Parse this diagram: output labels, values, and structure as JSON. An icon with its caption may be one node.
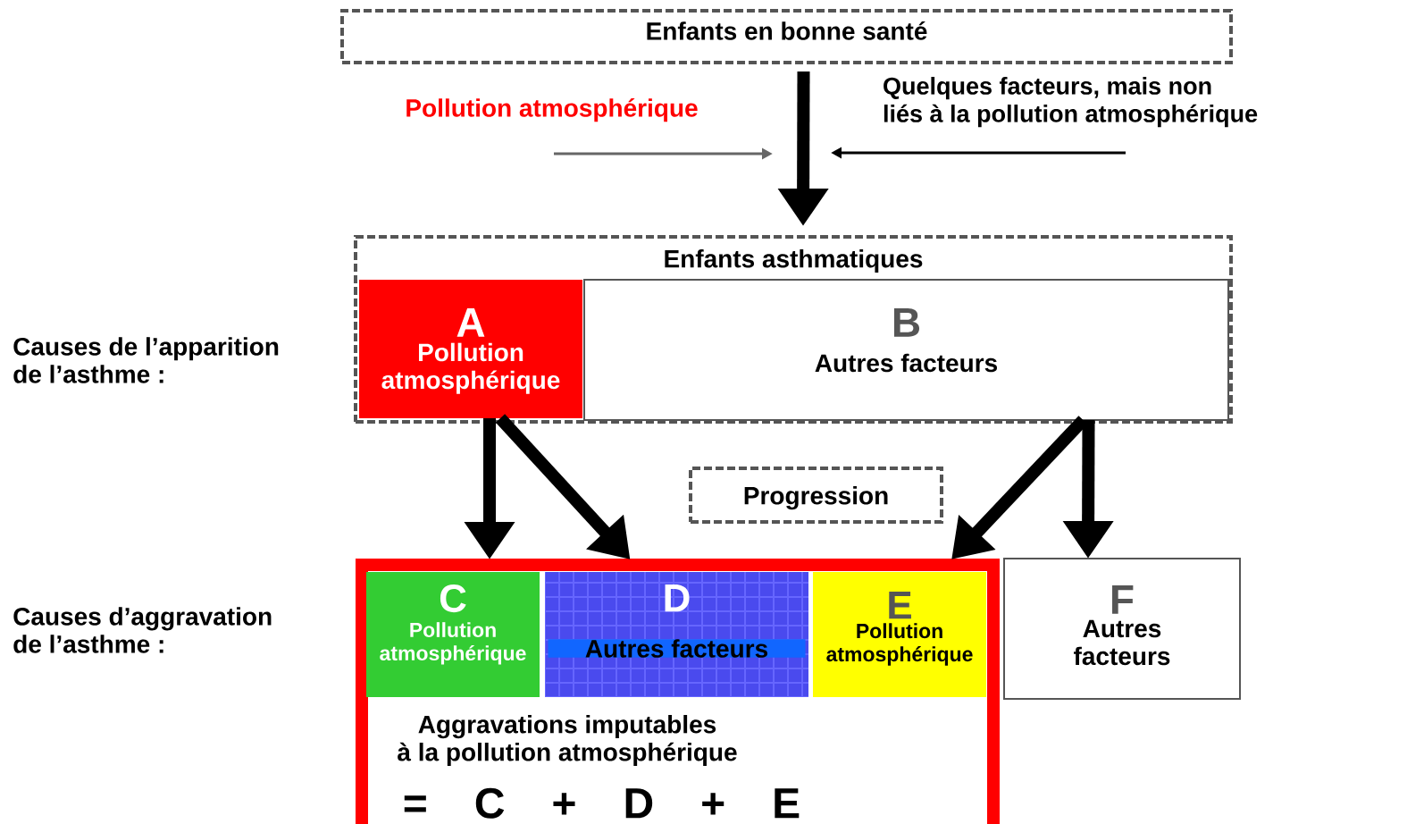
{
  "diagram": {
    "nodes": [
      {
        "text": [
          "Enfants en bonne santé"
        ]
      },
      {
        "text": [
          "Pollution atmosphérique"
        ]
      },
      {
        "text": [
          "Quelques facteurs, mais non liés à la pollution atmosphérique"
        ]
      },
      {
        "text": [
          "Enfants asthmatiques"
        ]
      },
      {
        "text": [
          "A",
          "Pollution atmosphérique"
        ],
        "in": 3
      },
      {
        "text": [
          "B",
          "Autres facteurs"
        ],
        "in": 3
      },
      {
        "text": [
          "Progression"
        ]
      },
      {
        "text": [
          "Aggravations imputables à la pollution atmosphérique",
          "= C + D + E"
        ]
      },
      {
        "text": [
          "C",
          "Pollution atmosphérique"
        ],
        "in": 7
      },
      {
        "text": [
          "D",
          "Autres facteurs"
        ],
        "in": 7
      },
      {
        "text": [
          "E",
          "Pollution atmosphérique"
        ],
        "in": 7
      },
      {
        "text": [
          "F",
          "Autres facteurs"
        ]
      }
    ],
    "edges": [
      {
        "from": 0,
        "to": 3,
        "arrow": "to"
      },
      {
        "from": 1,
        "to": null,
        "arrow": "to",
        "color": "#666666"
      },
      {
        "from": 2,
        "to": null,
        "arrow": "to"
      },
      {
        "from": 4,
        "to": 8,
        "arrow": "to"
      },
      {
        "from": 4,
        "to": 9,
        "arrow": "to"
      },
      {
        "from": 5,
        "to": 10,
        "arrow": "to"
      },
      {
        "from": 5,
        "to": 11,
        "arrow": "to"
      }
    ],
    "labels": [
      "Causes de l’apparition de l’asthme :",
      "Causes d’aggravation de l’asthme :"
    ]
  }
}
